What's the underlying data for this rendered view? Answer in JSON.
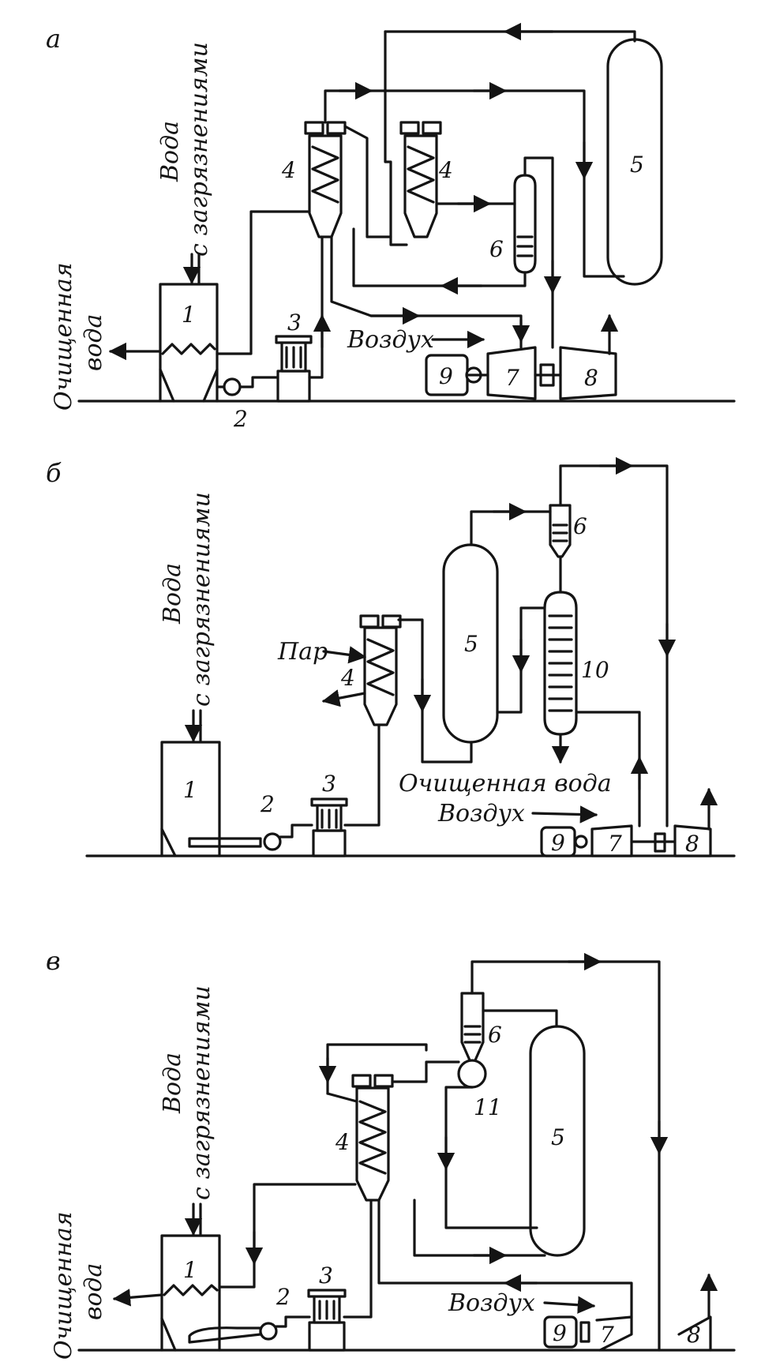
{
  "panels": {
    "a": {
      "letter": "а",
      "labels": {
        "water_in_1": "Вода",
        "water_in_2": "с загрязнениями",
        "water_out_1": "Очищенная",
        "water_out_2": "вода",
        "air": "Воздух"
      },
      "numbers": [
        "1",
        "2",
        "3",
        "4",
        "4",
        "5",
        "6",
        "7",
        "8",
        "9"
      ]
    },
    "b": {
      "letter": "б",
      "labels": {
        "water_in_1": "Вода",
        "water_in_2": "с загрязнениями",
        "steam": "Пар",
        "water_out": "Очищенная вода",
        "air": "Воздух"
      },
      "numbers": [
        "1",
        "2",
        "3",
        "4",
        "5",
        "6",
        "7",
        "8",
        "9",
        "10"
      ]
    },
    "c": {
      "letter": "в",
      "labels": {
        "water_in_1": "Вода",
        "water_in_2": "с загрязнениями",
        "water_out_1": "Очищенная",
        "water_out_2": "вода",
        "air": "Воздух"
      },
      "numbers": [
        "1",
        "2",
        "3",
        "4",
        "5",
        "6",
        "7",
        "8",
        "9",
        "11"
      ]
    }
  }
}
